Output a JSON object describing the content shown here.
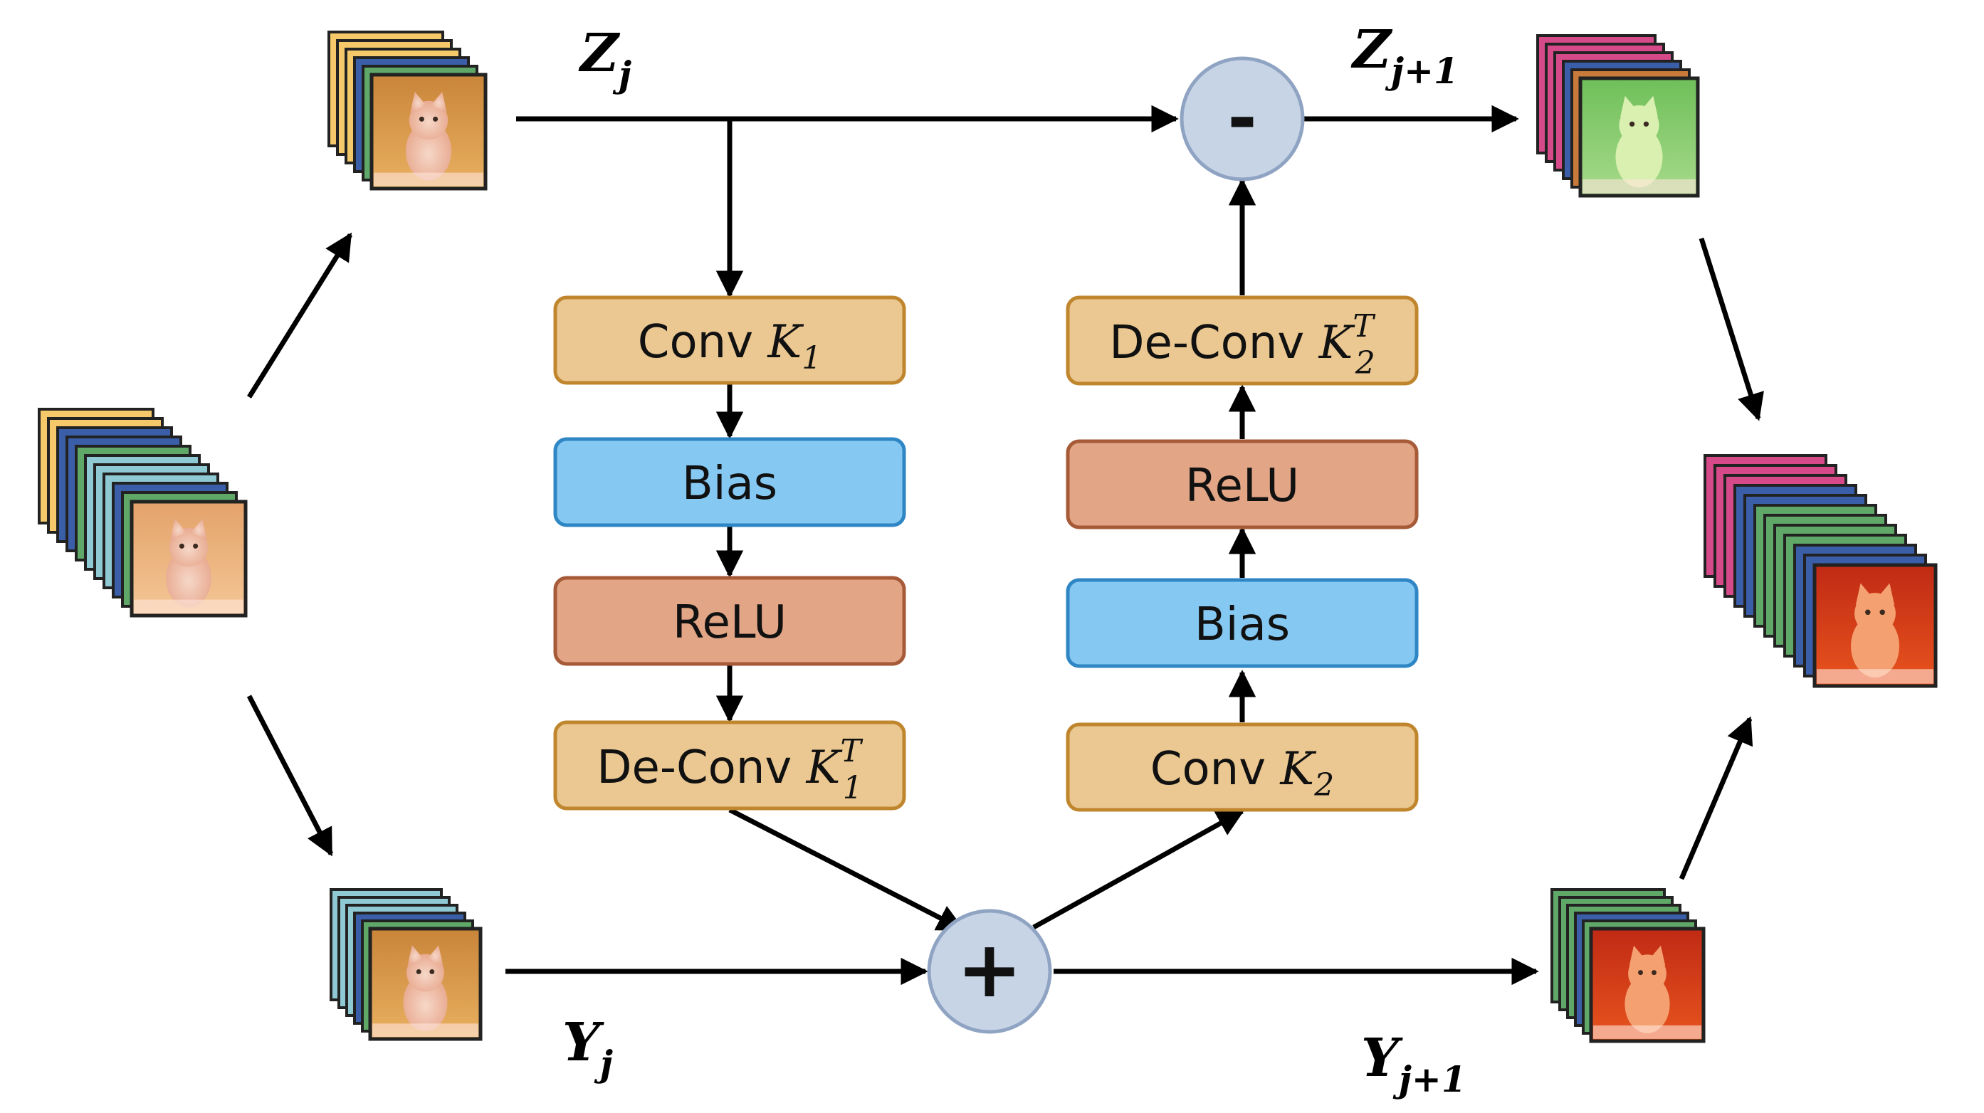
{
  "labels": {
    "zj_main": "Z",
    "zj_sub": "j",
    "zj1_main": "Z",
    "zj1_sub": "j+1",
    "yj_main": "Y",
    "yj_sub": "j",
    "yj1_main": "Y",
    "yj1_sub": "j+1"
  },
  "left_column": {
    "conv": {
      "text": "Conv ",
      "var": "K",
      "sub": "1",
      "sup": ""
    },
    "bias": {
      "text": "Bias"
    },
    "relu": {
      "text": "ReLU"
    },
    "deconv": {
      "text": "De-Conv ",
      "var": "K",
      "sub": "1",
      "sup": "T"
    }
  },
  "right_column": {
    "deconv": {
      "text": "De-Conv ",
      "var": "K",
      "sub": "2",
      "sup": "T"
    },
    "relu": {
      "text": "ReLU"
    },
    "bias": {
      "text": "Bias"
    },
    "conv": {
      "text": "Conv ",
      "var": "K",
      "sub": "2",
      "sup": ""
    }
  },
  "operators": {
    "minus": "-",
    "plus": "+"
  },
  "colors": {
    "conv_fill": "#EBC891",
    "conv_stroke": "#C0862E",
    "bias_fill": "#85C8F2",
    "bias_stroke": "#2F86C4",
    "relu_fill": "#E2A586",
    "relu_stroke": "#A65A38",
    "operator_fill": "#C7D4E6",
    "operator_stroke": "#8FA3C2",
    "arrow": "#000000"
  },
  "stacks": {
    "zj": [
      "#F5C96A",
      "#F5C96A",
      "#F5C96A",
      "#3A5FA8",
      "#5FA868"
    ],
    "zj1": [
      "#D64A8A",
      "#D64A8A",
      "#D64A8A",
      "#3A5FA8",
      "#C87A3A"
    ],
    "input": [
      "#F5C96A",
      "#F5C96A",
      "#3A5FA8",
      "#3A5FA8",
      "#5FA868",
      "#8EC9D4",
      "#8EC9D4",
      "#8EC9D4",
      "#3A5FA8",
      "#5FA868"
    ],
    "yj": [
      "#8EC9D4",
      "#8EC9D4",
      "#8EC9D4",
      "#3A5FA8",
      "#5FA868"
    ],
    "yj1": [
      "#5FA868",
      "#5FA868",
      "#5FA868",
      "#3A5FA8",
      "#5FA868"
    ],
    "output": [
      "#D64A8A",
      "#D64A8A",
      "#D64A8A",
      "#3A5FA8",
      "#3A5FA8",
      "#5FA868",
      "#5FA868",
      "#5FA868",
      "#5FA868",
      "#3A5FA8",
      "#3A5FA8"
    ]
  }
}
